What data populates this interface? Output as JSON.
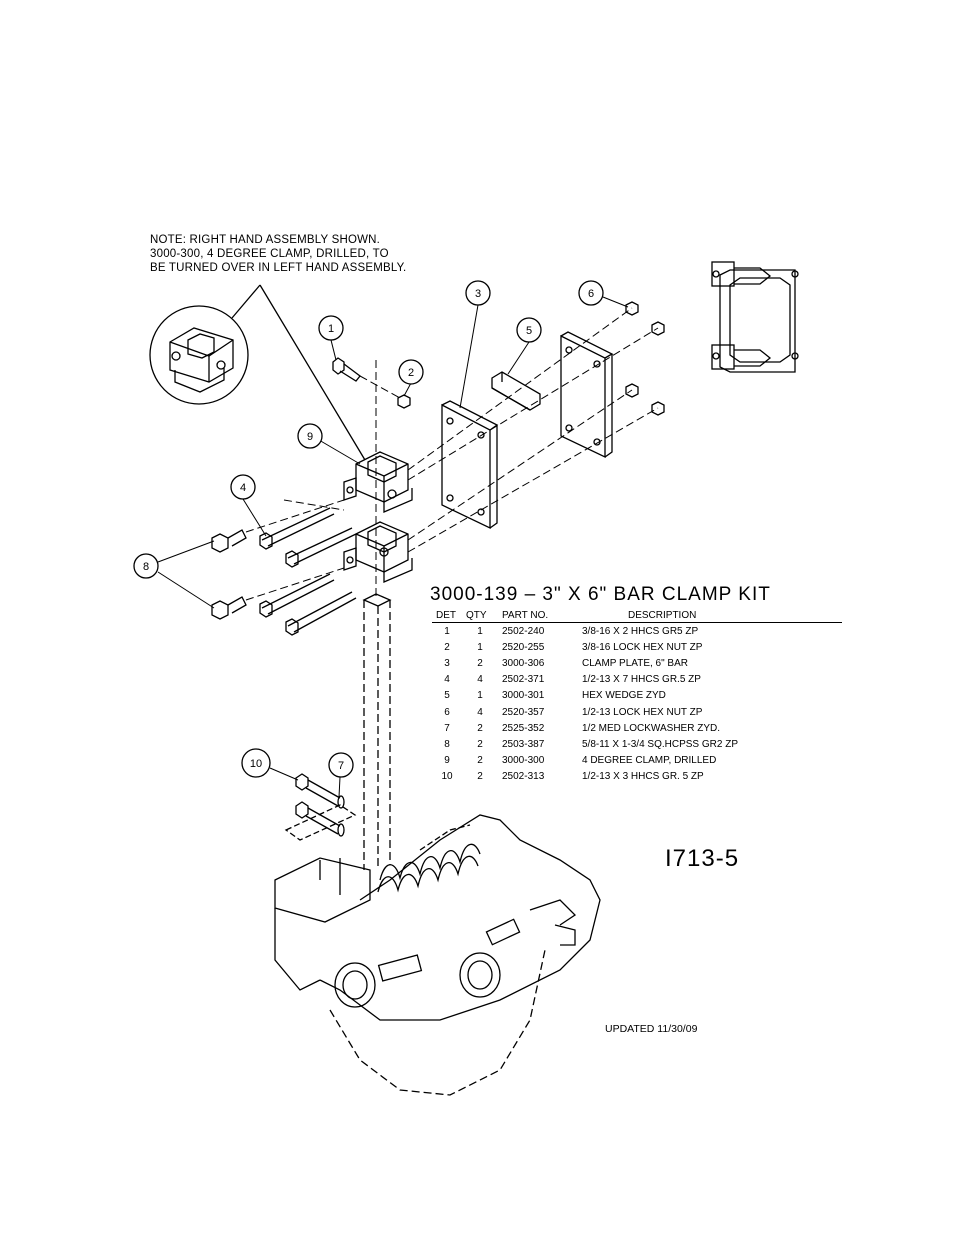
{
  "note": {
    "lines": [
      "NOTE: RIGHT HAND ASSEMBLY SHOWN.",
      "3000-300, 4 DEGREE CLAMP, DRILLED, TO",
      "BE TURNED OVER IN LEFT HAND ASSEMBLY."
    ]
  },
  "kit_title": "3000-139 – 3\" X 6\" BAR CLAMP KIT",
  "table": {
    "headers": {
      "det": "DET",
      "qty": "QTY",
      "part": "PART NO.",
      "desc": "DESCRIPTION"
    },
    "rows": [
      {
        "det": "1",
        "qty": "1",
        "part": "2502-240",
        "desc": "3/8-16 X 2 HHCS GR5 ZP"
      },
      {
        "det": "2",
        "qty": "1",
        "part": "2520-255",
        "desc": "3/8-16 LOCK HEX NUT ZP"
      },
      {
        "det": "3",
        "qty": "2",
        "part": "3000-306",
        "desc": "CLAMP PLATE, 6\" BAR"
      },
      {
        "det": "4",
        "qty": "4",
        "part": "2502-371",
        "desc": "1/2-13 X 7 HHCS GR.5 ZP"
      },
      {
        "det": "5",
        "qty": "1",
        "part": "3000-301",
        "desc": "HEX WEDGE ZYD"
      },
      {
        "det": "6",
        "qty": "4",
        "part": "2520-357",
        "desc": "1/2-13 LOCK HEX NUT ZP"
      },
      {
        "det": "7",
        "qty": "2",
        "part": "2525-352",
        "desc": "1/2 MED LOCKWASHER ZYD."
      },
      {
        "det": "8",
        "qty": "2",
        "part": "2503-387",
        "desc": "5/8-11 X 1-3/4 SQ.HCPSS GR2 ZP"
      },
      {
        "det": "9",
        "qty": "2",
        "part": "3000-300",
        "desc": "4 DEGREE CLAMP, DRILLED"
      },
      {
        "det": "10",
        "qty": "2",
        "part": "2502-313",
        "desc": "1/2-13 X 3 HHCS GR. 5 ZP"
      }
    ]
  },
  "balloons": [
    "1",
    "2",
    "3",
    "4",
    "5",
    "6",
    "7",
    "8",
    "9",
    "10"
  ],
  "drawing_number": "I713-5",
  "updated": "UPDATED 11/30/09"
}
